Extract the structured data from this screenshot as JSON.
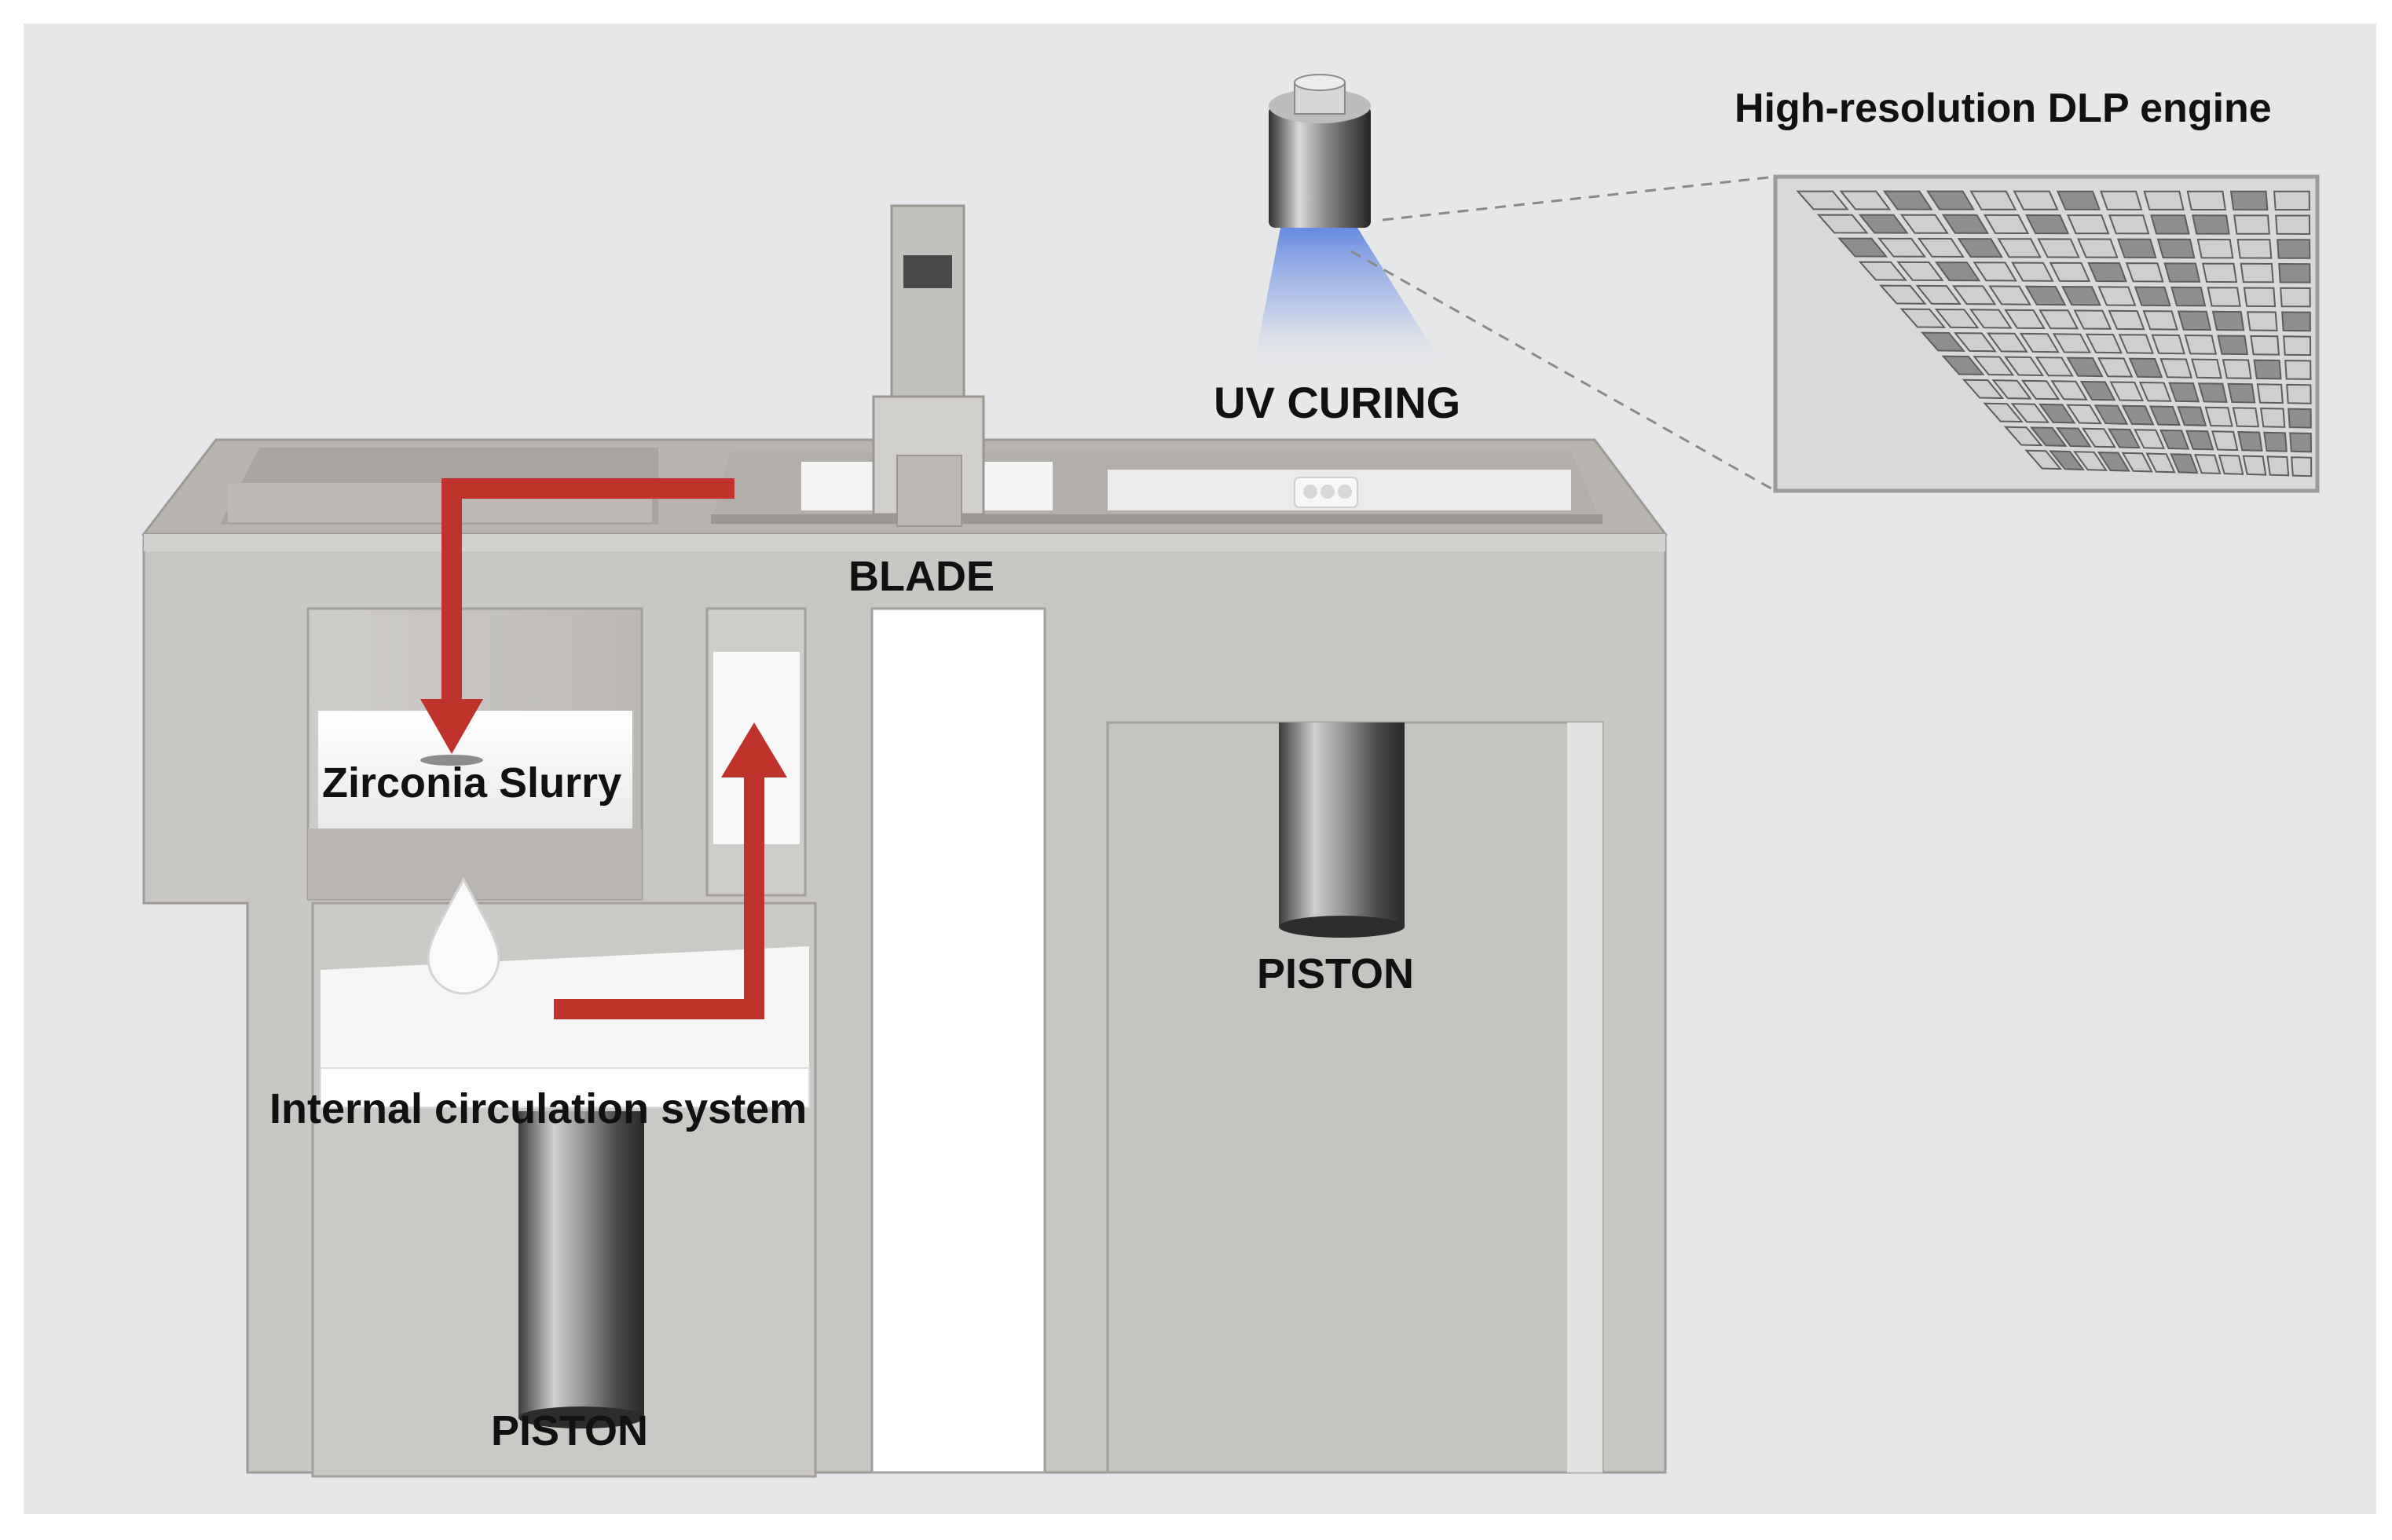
{
  "labels": {
    "dlp_engine": "High-resolution DLP engine",
    "uv_curing": "UV CURING",
    "blade": "BLADE",
    "zirconia_slurry": "Zirconia Slurry",
    "internal_circulation": "Internal circulation system",
    "piston_left": "PISTON",
    "piston_right": "PISTON"
  },
  "colors": {
    "background": "#e6e7e9",
    "machine_body": "#c4c2bf",
    "machine_dark": "#a9a6a2",
    "slurry_white": "#fafafa",
    "arrow_red": "#c0332b",
    "uv_blue": "#6f8fd8"
  },
  "icons": {
    "uv_lamp": "dlp-projector-lens",
    "dmd_chip": "micromirror-array",
    "flow_arrows": "red-circulation-arrows",
    "slurry_drop": "droplet"
  },
  "dmd_grid": {
    "rows": 12,
    "cols": 12
  }
}
